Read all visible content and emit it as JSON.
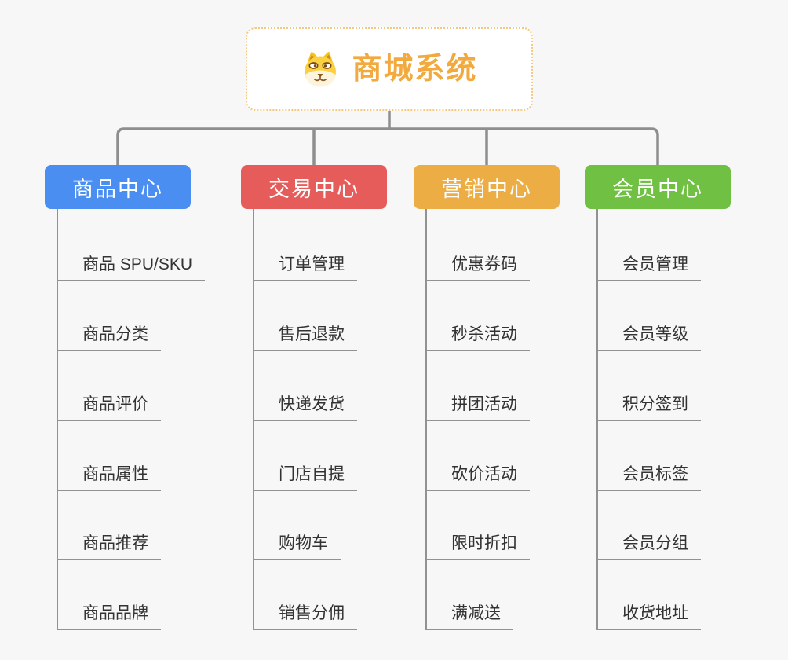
{
  "root": {
    "title": "商城系统",
    "icon": "dog-face-icon"
  },
  "colors": {
    "background": "#f7f7f7",
    "connector": "#8e8e8e",
    "root_text": "#f2a93e",
    "root_border": "#f6c87f",
    "item_text": "#333333",
    "branch_product": "#4a8ef2",
    "branch_trade": "#e65c5a",
    "branch_marketing": "#ecae44",
    "branch_member": "#6fc043"
  },
  "branches": [
    {
      "label": "商品中心",
      "color": "#4a8ef2",
      "items": [
        "商品 SPU/SKU",
        "商品分类",
        "商品评价",
        "商品属性",
        "商品推荐",
        "商品品牌"
      ]
    },
    {
      "label": "交易中心",
      "color": "#e65c5a",
      "items": [
        "订单管理",
        "售后退款",
        "快递发货",
        "门店自提",
        "购物车",
        "销售分佣"
      ]
    },
    {
      "label": "营销中心",
      "color": "#ecae44",
      "items": [
        "优惠券码",
        "秒杀活动",
        "拼团活动",
        "砍价活动",
        "限时折扣",
        "满减送"
      ]
    },
    {
      "label": "会员中心",
      "color": "#6fc043",
      "items": [
        "会员管理",
        "会员等级",
        "积分签到",
        "会员标签",
        "会员分组",
        "收货地址"
      ]
    }
  ]
}
